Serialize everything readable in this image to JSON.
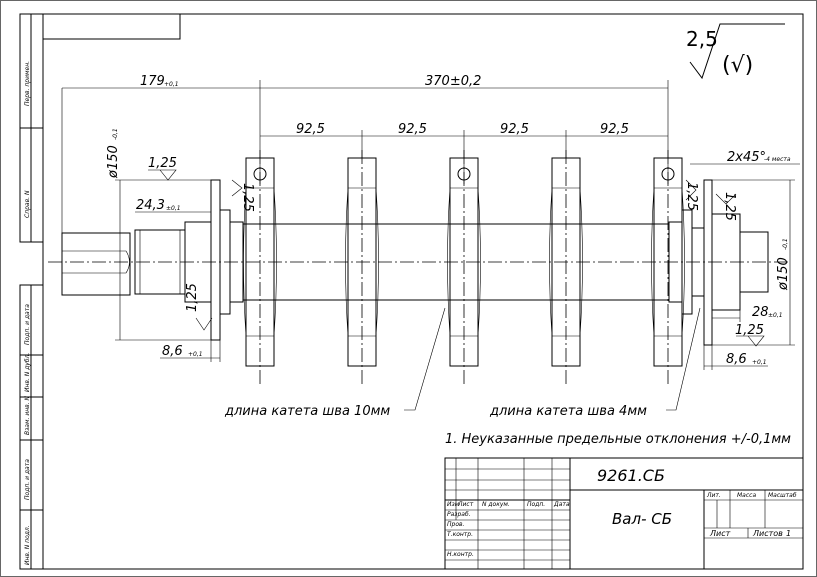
{
  "frame": {
    "side_labels": [
      "Перв. примен.",
      "Справ. N",
      "Подп. и дата",
      "Инв. N дубл.",
      "Взам. инв. N",
      "Подп. и дата",
      "Инв. N подл."
    ]
  },
  "roughness": {
    "value": "2,5",
    "symbol": "(√)"
  },
  "dimensions": {
    "d179": "179",
    "d179_tol": "+0,1",
    "d370": "370±0,2",
    "d92_1": "92,5",
    "d92_2": "92,5",
    "d92_3": "92,5",
    "d92_4": "92,5",
    "dia150_left": "ø150",
    "dia150_left_tol": "-0,1",
    "dia150_right": "ø150",
    "dia150_right_tol": "-0,1",
    "r125_left_top": "1,25",
    "r125_left_top_side": "1,25",
    "d24": "24,3",
    "d24_tol": "±0,1",
    "r125_left_bottom": "1,25",
    "d86_left": "8,6",
    "d86_left_tol": "+0,1",
    "chamfer": "2х45°",
    "chamfer_note": "-4 места",
    "r125_right_top_a": "1,25",
    "r125_right_top_b": "1,25",
    "d28": "28",
    "d28_tol": "±0,1",
    "r125_right_bottom": "1,25",
    "d86_right": "8,6",
    "d86_right_tol": "+0,1"
  },
  "notes": {
    "weld_10": "длина катета шва 10мм",
    "weld_4": "длина катета шва 4мм",
    "general": "1. Неуказанные предельные отклонения +/-0,1мм"
  },
  "title_block": {
    "designation": "9261.СБ",
    "name": "Вал- СБ",
    "col_izm": "Изм",
    "col_list": "Лист",
    "col_ndoc": "N докум.",
    "col_podp": "Подп.",
    "col_data": "Дата",
    "row_razrab": "Разраб.",
    "row_prov": "Пров.",
    "row_tkontr": "Т.контр.",
    "row_nkontr": "Н.контр.",
    "lit": "Лит.",
    "massa": "Масса",
    "masshtab": "Масштаб",
    "list": "Лист",
    "listov": "Листов",
    "listov_val": "1"
  }
}
